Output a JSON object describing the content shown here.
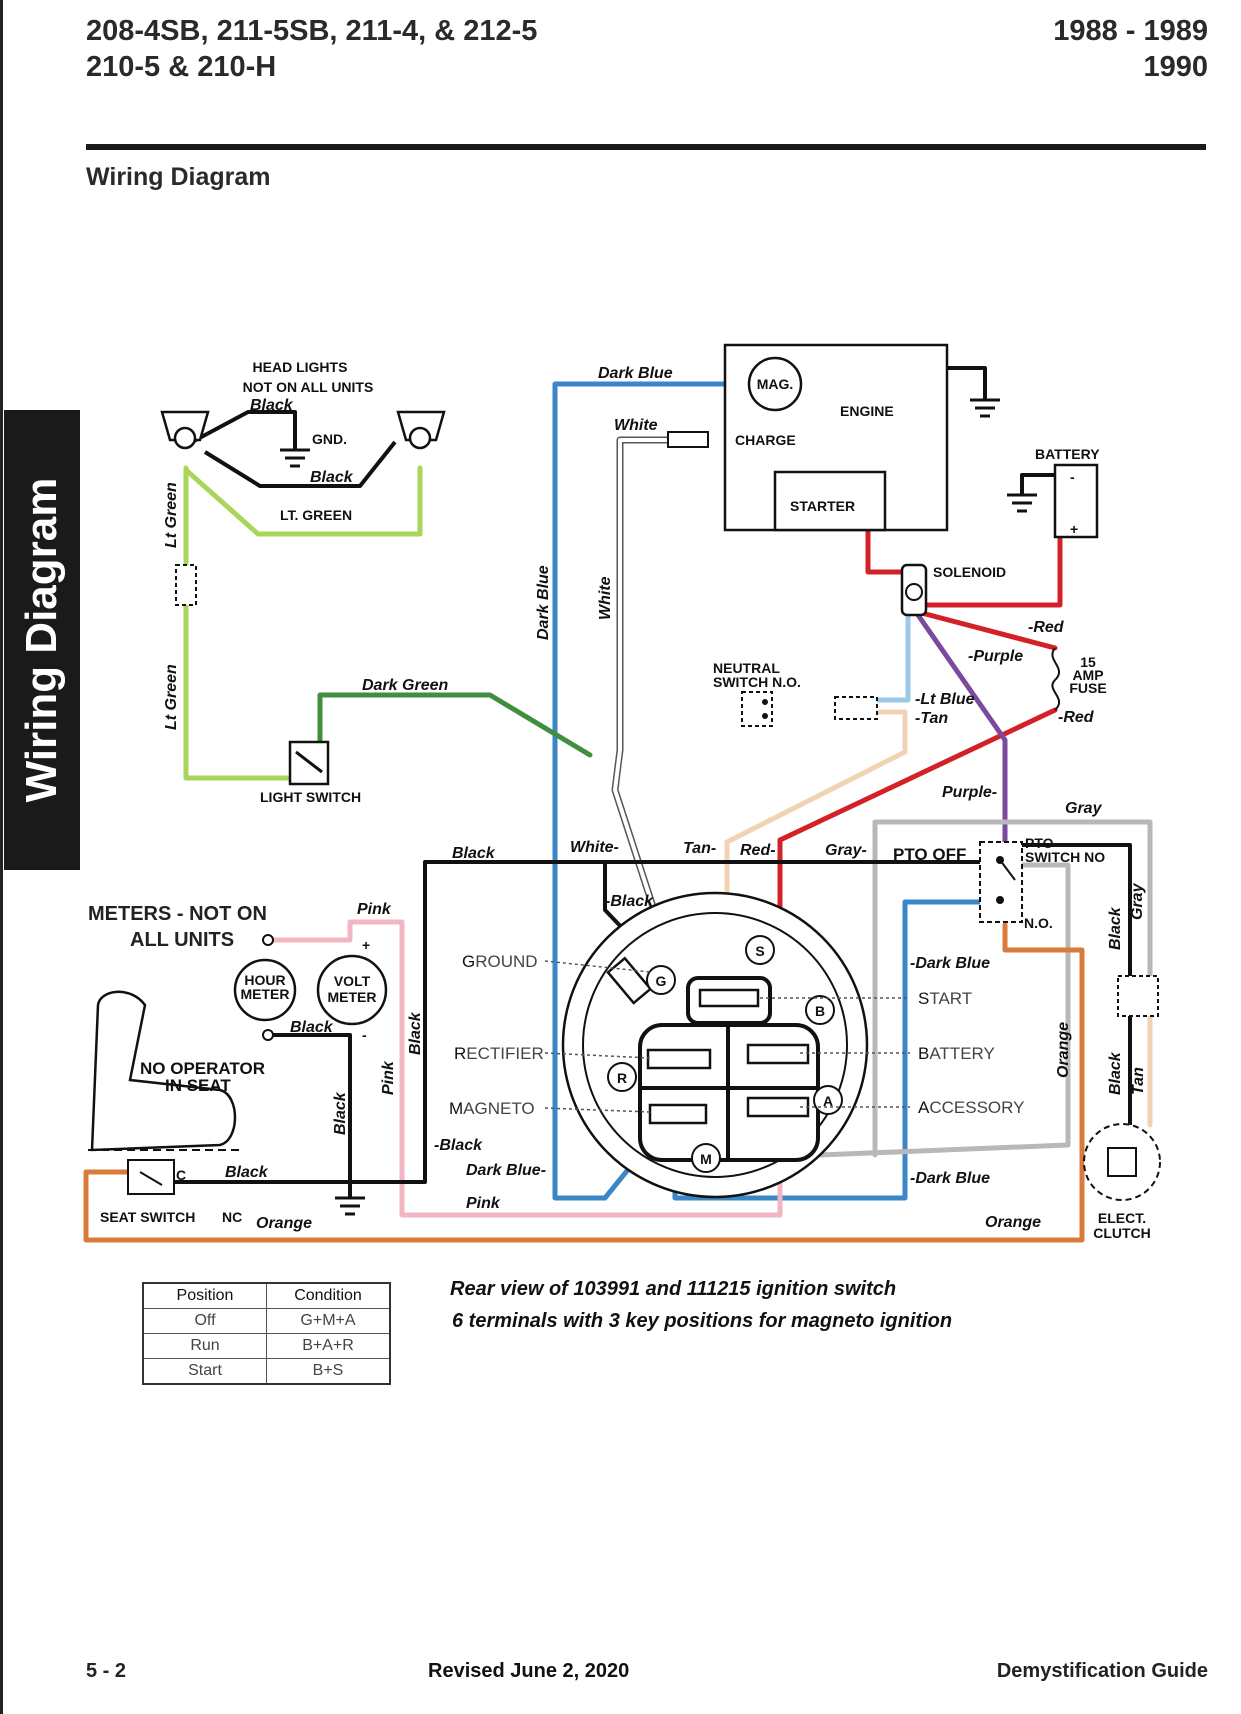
{
  "header": {
    "models_line1": "208-4SB, 211-5SB, 211-4, & 212-5",
    "models_line2": "210-5 & 210-H",
    "years_line1": "1988 - 1989",
    "years_line2": "1990",
    "section_title": "Wiring Diagram"
  },
  "side_tab": "Wiring Diagram",
  "components": {
    "headlights": "HEAD LIGHTS",
    "headlights_note": "NOT ON ALL UNITS",
    "gnd": "GND.",
    "lt_green_label": "LT. GREEN",
    "light_switch": "LIGHT SWITCH",
    "mag": "MAG.",
    "engine": "ENGINE",
    "charge": "CHARGE",
    "starter": "STARTER",
    "battery": "BATTERY",
    "solenoid": "SOLENOID",
    "fuse_1": "15",
    "fuse_2": "AMP",
    "fuse_3": "FUSE",
    "neutral_1": "NEUTRAL",
    "neutral_2": "SWITCH N.O.",
    "pto_off": "PTO OFF",
    "pto_switch_1": "PTO",
    "pto_switch_2": "SWITCH NO",
    "pto_no": "N.O.",
    "meters_1": "METERS - NOT ON",
    "meters_2": "ALL UNITS",
    "hour_meter_1": "HOUR",
    "hour_meter_2": "METER",
    "volt_meter_1": "VOLT",
    "volt_meter_2": "METER",
    "no_operator_1": "NO OPERATOR",
    "no_operator_2": "IN SEAT",
    "seat_switch": "SEAT SWITCH",
    "nc": "NC",
    "c": "C",
    "elect_clutch_1": "ELECT.",
    "elect_clutch_2": "CLUTCH",
    "plus": "+",
    "minus": "-"
  },
  "wire_labels": {
    "black_top": "Black",
    "black_mid": "Black",
    "lt_green_1": "Lt Green",
    "lt_green_2": "Lt Green",
    "dark_green": "Dark Green",
    "dark_blue_top": "Dark Blue",
    "dark_blue_vert": "Dark Blue",
    "white_top": "White",
    "white_vert": "White",
    "red_1": "-Red",
    "purple_1": "-Purple",
    "lt_blue": "-Lt Blue",
    "tan": "-Tan",
    "red_2": "-Red",
    "purple_2": "Purple-",
    "gray_top": "Gray",
    "black_ign": "Black",
    "white_ign": "White-",
    "tan_ign": "Tan-",
    "red_ign": "Red-",
    "gray_ign": "Gray-",
    "black_ground": "-Black",
    "pink_top": "Pink",
    "black_meter": "Black",
    "black_vert_meter": "Black",
    "pink_vert": "Pink",
    "black_vert2": "Black",
    "black_mag": "-Black",
    "dark_blue_mag": "Dark Blue-",
    "pink_bottom": "Pink",
    "black_seat": "Black",
    "orange_seat": "Orange",
    "dark_blue_start": "-Dark Blue",
    "dark_blue_acc": "-Dark Blue",
    "orange_right": "Orange",
    "orange_vert": "Orange",
    "black_clutch_1": "Black",
    "gray_clutch": "Gray",
    "black_clutch_2": "Black",
    "tan_clutch": "Tan"
  },
  "terminals": {
    "ground_first": "G",
    "ground_rest": "ROUND",
    "rectifier_first": "R",
    "rectifier_rest": "ECTIFIER",
    "magneto_first": "M",
    "magneto_rest": "AGNETO",
    "start_first": "S",
    "start_rest": "TART",
    "battery_first": "B",
    "battery_rest": "ATTERY",
    "accessory_first": "A",
    "accessory_rest": "CCESSORY",
    "letter_g": "G",
    "letter_s": "S",
    "letter_b": "B",
    "letter_r": "R",
    "letter_a": "A",
    "letter_m": "M"
  },
  "table": {
    "headers": [
      "Position",
      "Condition"
    ],
    "rows": [
      [
        "Off",
        "G+M+A"
      ],
      [
        "Run",
        "B+A+R"
      ],
      [
        "Start",
        "B+S"
      ]
    ]
  },
  "caption": {
    "line1": "Rear view of 103991 and 111215 ignition switch",
    "line2": "6 terminals with 3 key positions for magneto ignition"
  },
  "footer": {
    "page": "5 - 2",
    "revised": "Revised June 2, 2020",
    "guide": "Demystification Guide"
  },
  "colors": {
    "dark_blue": "#3a86c8",
    "red": "#d42027",
    "purple": "#7b4a9e",
    "lt_green": "#a9d55b",
    "dark_green": "#3f8f3f",
    "pink": "#f2b6c3",
    "orange": "#d97b3a",
    "tan": "#f1d3b4",
    "gray": "#b8b8b8",
    "lt_blue": "#9cc8e8"
  }
}
